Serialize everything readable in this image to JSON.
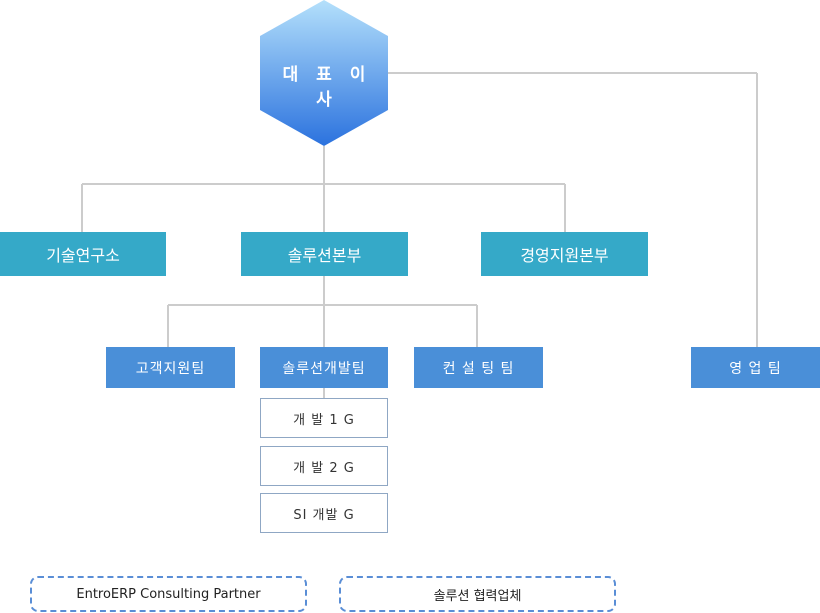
{
  "ceo": {
    "label": "대 표 이 사"
  },
  "divisions": [
    {
      "label": "기술연구소"
    },
    {
      "label": "솔루션본부"
    },
    {
      "label": "경영지원본부"
    }
  ],
  "teams": [
    {
      "label": "고객지원팀"
    },
    {
      "label": "솔루션개발팀"
    },
    {
      "label": "컨 설 팅 팀"
    },
    {
      "label": "영 업 팀"
    }
  ],
  "dev_groups": [
    {
      "label": "개 발 1 G"
    },
    {
      "label": "개 발 2 G"
    },
    {
      "label": "SI 개발 G"
    }
  ],
  "partners": [
    {
      "label": "EntroERP Consulting Partner"
    },
    {
      "label": "솔루션 협력업체"
    }
  ],
  "colors": {
    "ceo_gradient_top": "#b4e0fb",
    "ceo_gradient_bottom": "#2b72de",
    "division": "#35a9c8",
    "team": "#4a8fd8",
    "connector": "#cccccc",
    "partner_border": "#5a8ed6"
  }
}
